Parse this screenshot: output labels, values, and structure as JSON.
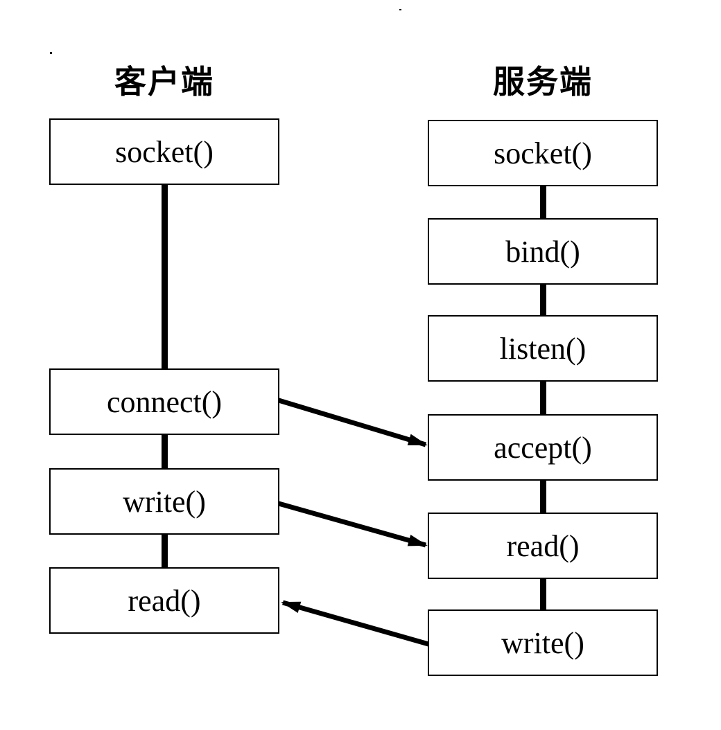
{
  "diagram": {
    "title_semantics": "TCP socket client-server call flow",
    "client": {
      "header": "客户端",
      "boxes": [
        {
          "label": "socket()"
        },
        {
          "label": "connect()"
        },
        {
          "label": "write()"
        },
        {
          "label": "read()"
        }
      ]
    },
    "server": {
      "header": "服务端",
      "boxes": [
        {
          "label": "socket()"
        },
        {
          "label": "bind()"
        },
        {
          "label": "listen()"
        },
        {
          "label": "accept()"
        },
        {
          "label": "read()"
        },
        {
          "label": "write()"
        }
      ]
    },
    "connections": [
      {
        "from": "client connect()",
        "to": "server accept()"
      },
      {
        "from": "client write()",
        "to": "server read()"
      },
      {
        "from": "server write()",
        "to": "client read()"
      }
    ],
    "colors": {
      "line": "#000000",
      "background": "#ffffff",
      "box_fill": "#ffffff",
      "text": "#000000"
    }
  }
}
